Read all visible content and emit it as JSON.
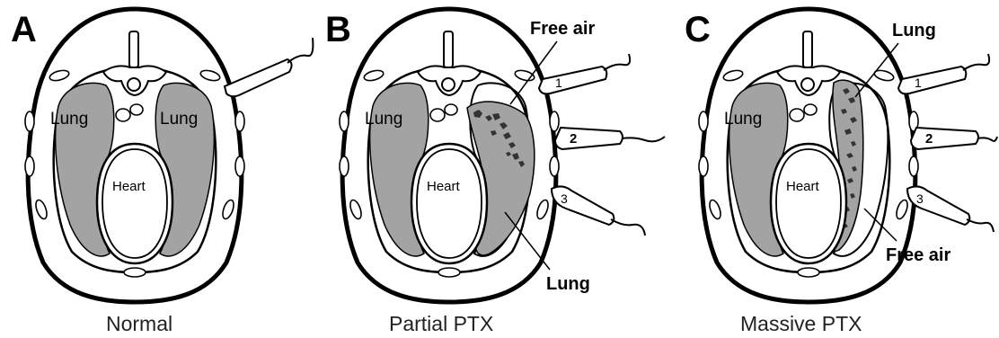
{
  "panels": [
    {
      "letter": "A",
      "caption": "Normal",
      "labels": {
        "lung_left": "Lung",
        "lung_right": "Lung",
        "heart": "Heart"
      }
    },
    {
      "letter": "B",
      "caption": "Partial PTX",
      "labels": {
        "lung_left": "Lung",
        "heart": "Heart",
        "free_air": "Free air",
        "lung_callout": "Lung"
      },
      "probes": [
        "1",
        "2",
        "3"
      ]
    },
    {
      "letter": "C",
      "caption": "Massive PTX",
      "labels": {
        "lung_left": "Lung",
        "heart": "Heart",
        "lung_callout": "Lung",
        "free_air": "Free air"
      },
      "probes": [
        "1",
        "2",
        "3"
      ]
    }
  ],
  "colors": {
    "lung": "#a3a3a3",
    "outline": "#000000",
    "background": "#ffffff",
    "artifact": "#333333"
  }
}
